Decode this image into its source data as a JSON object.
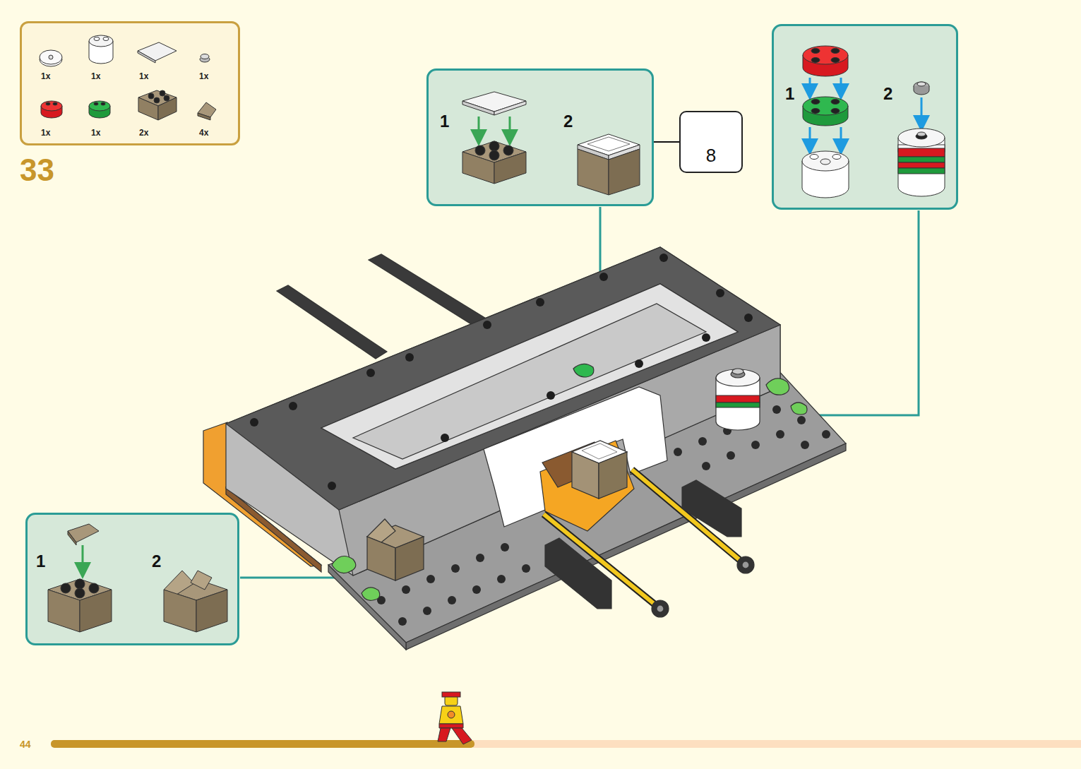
{
  "diagram": {
    "nodes": [
      {
        "text": [
          "1x",
          "1x",
          "1x",
          "1x",
          "1x",
          "1x",
          "2x",
          "4x"
        ]
      },
      {
        "text": [
          "1",
          "2"
        ]
      },
      {
        "text": [
          "8"
        ]
      },
      {
        "text": [
          "1",
          "2"
        ]
      },
      {
        "text": [
          "1",
          "2"
        ]
      }
    ],
    "edges": [
      {
        "from": 2,
        "to": 1,
        "arrow": "none"
      }
    ],
    "labels": [
      "33",
      "44"
    ]
  }
}
